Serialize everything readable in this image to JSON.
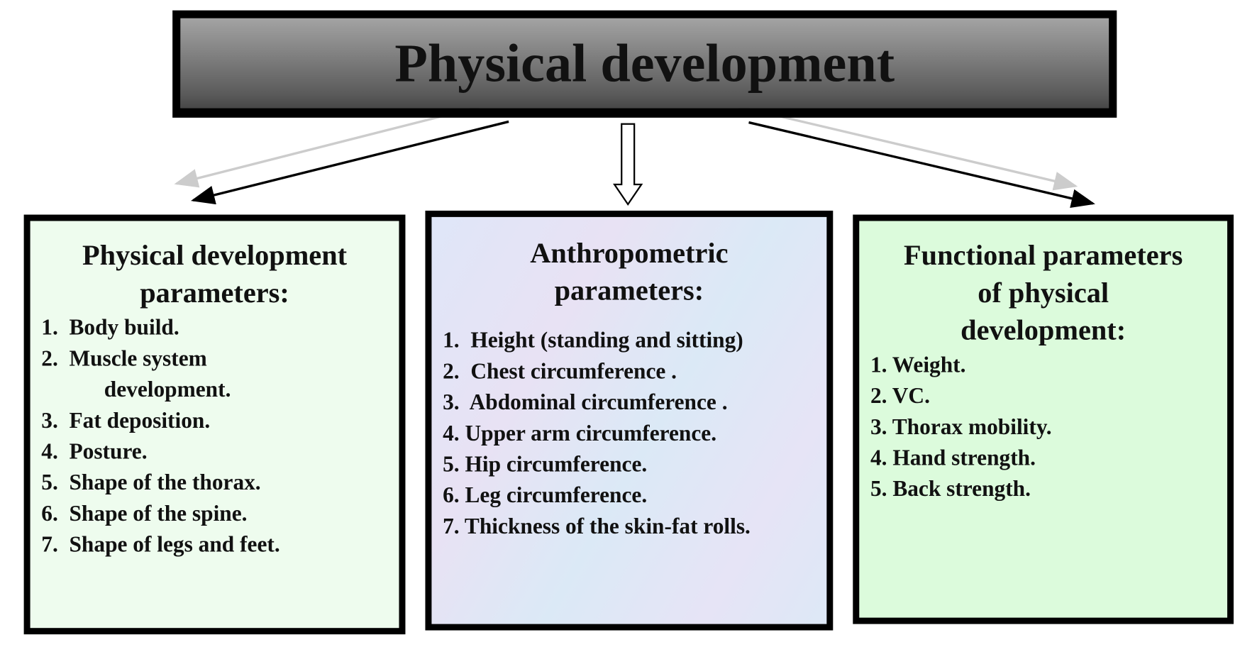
{
  "title": "Physical development",
  "left_box": {
    "heading_lines": [
      "Physical development",
      "parameters:"
    ],
    "items": [
      "1.  Body build.",
      "2.  Muscle system",
      "development.",
      "3.  Fat deposition.",
      "4.  Posture.",
      "5.  Shape of the thorax.",
      "6.  Shape of the spine.",
      "7.  Shape of legs and feet."
    ]
  },
  "center_box": {
    "heading_lines": [
      "Anthropometric",
      "parameters:"
    ],
    "items": [
      "1.  Height (standing and sitting)",
      "2.  Chest circumference .",
      "3.  Abdominal circumference .",
      "4. Upper arm circumference.",
      "5. Hip circumference.",
      "6. Leg circumference.",
      "7. Thickness of the skin-fat rolls."
    ]
  },
  "right_box": {
    "heading_lines": [
      "Functional parameters",
      "of physical",
      "development:"
    ],
    "items": [
      "1. Weight.",
      "2. VC.",
      "3. Thorax mobility.",
      "4. Hand strength.",
      "5. Back strength."
    ]
  }
}
